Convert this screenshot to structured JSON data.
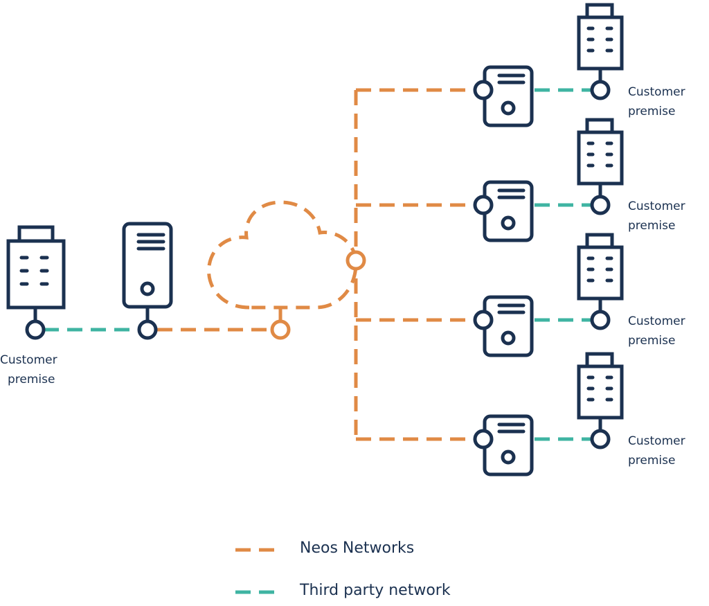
{
  "colors": {
    "navy": "#1b3150",
    "neos": "#e08a45",
    "third_party": "#3fb4a2"
  },
  "icons": {
    "building": "building-icon",
    "server": "server-icon",
    "router": "router-icon",
    "cloud": "cloud-icon",
    "connector": "connector-node"
  },
  "labels": {
    "left_site": {
      "line1": "Customer",
      "line2": "premise"
    },
    "site1": {
      "line1": "Customer",
      "line2": "premise"
    },
    "site2": {
      "line1": "Customer",
      "line2": "premise"
    },
    "site3": {
      "line1": "Customer",
      "line2": "premise"
    },
    "site4": {
      "line1": "Customer",
      "line2": "premise"
    }
  },
  "legend": {
    "neos": "Neos Networks",
    "third_party": "Third party network"
  }
}
